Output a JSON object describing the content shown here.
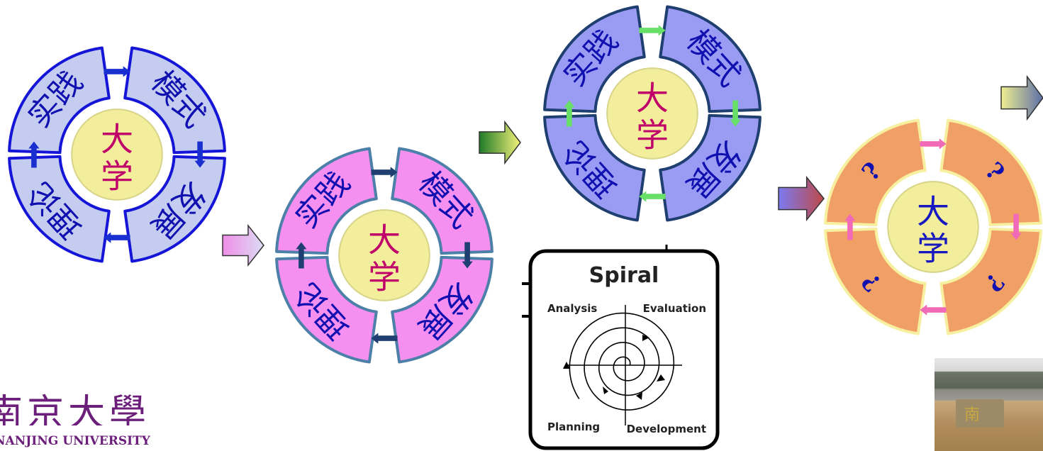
{
  "cycle_labels": {
    "top_left": "实践",
    "top_right": "模式",
    "bottom_right": "发展",
    "bottom_left": "理论"
  },
  "center_label": "大学",
  "question_mark": "?",
  "spiral": {
    "title": "Spiral",
    "quadrants": [
      "Analysis",
      "Evaluation",
      "Planning",
      "Development"
    ]
  },
  "logo": {
    "chinese": "南京大學",
    "english": "NANJING UNIVERSITY"
  },
  "photo_text": "南",
  "colors": {
    "cycle1": "#c4cdf0",
    "cycle2": "#f58ff0",
    "cycle3": "#9a9cf3",
    "cycle4": "#f0a064",
    "center": "#f2ee9c",
    "label": "#1010b0",
    "center_text_1": "#c0006a",
    "center_text_4": "#1818c0"
  }
}
